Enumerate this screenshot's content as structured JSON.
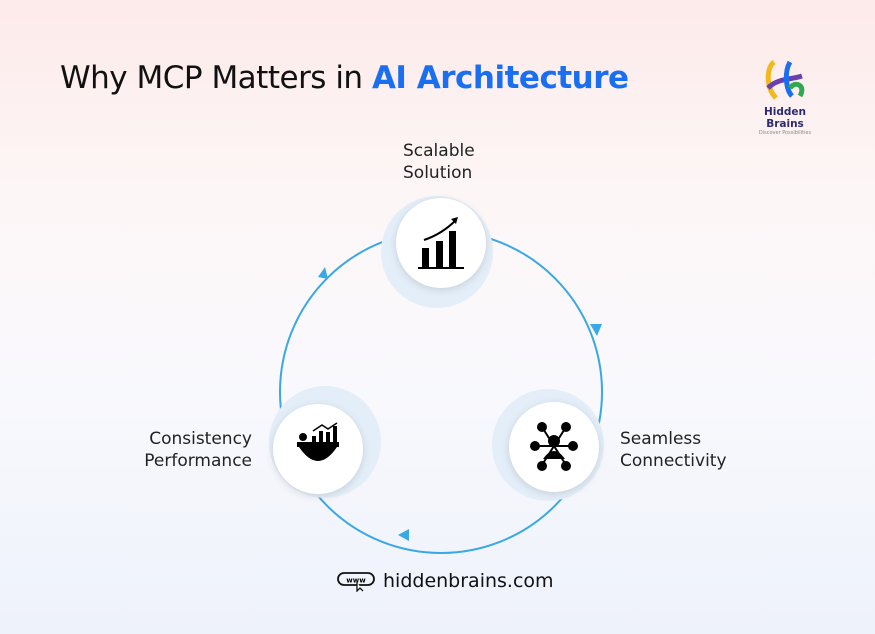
{
  "title": {
    "prefix": "Why MCP Matters in ",
    "highlight": "AI Architecture"
  },
  "logo": {
    "name": "Hidden Brains",
    "tagline": "Discover Possibilities"
  },
  "nodes": [
    {
      "line1": "Scalable",
      "line2": "Solution",
      "icon": "growth-bar-chart-icon"
    },
    {
      "line1": "Seamless",
      "line2": "Connectivity",
      "icon": "network-person-icon"
    },
    {
      "line1": "Consistency",
      "line2": "Performance",
      "icon": "gear-person-chart-icon"
    }
  ],
  "footer": {
    "url": "hiddenbrains.com",
    "icon": "www-cursor-icon"
  },
  "colors": {
    "accent": "#1a6ff0",
    "ring": "#3aa8e4",
    "halo": "#e3eef8"
  }
}
